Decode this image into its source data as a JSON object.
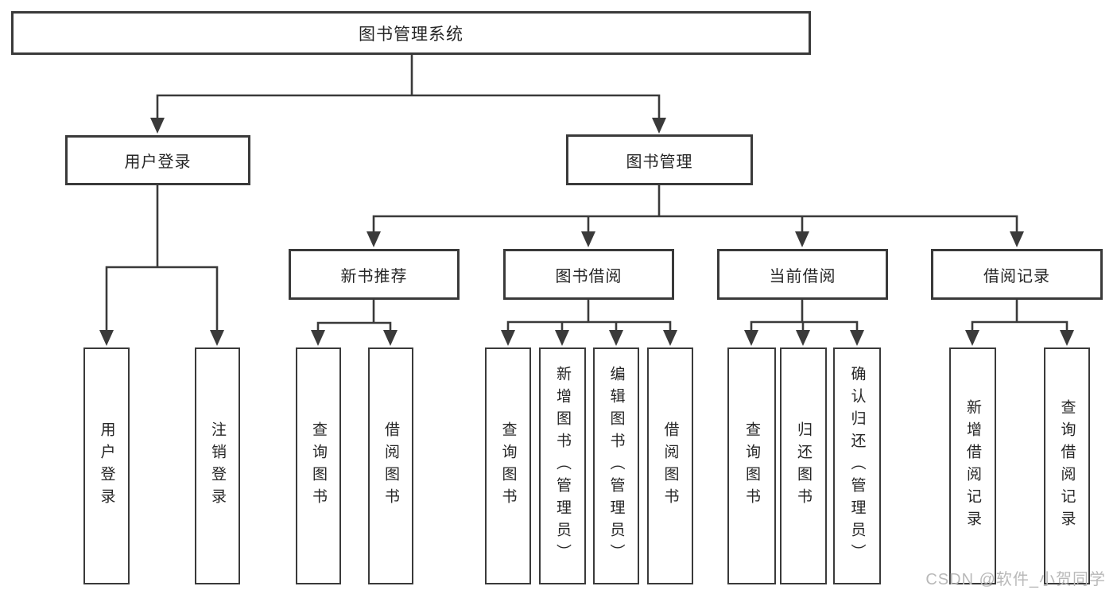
{
  "tree": {
    "root": {
      "label": "图书管理系统"
    },
    "branches": [
      {
        "label": "用户登录",
        "children": [
          {
            "label": "用户登录"
          },
          {
            "label": "注销登录"
          }
        ]
      },
      {
        "label": "图书管理",
        "children": [
          {
            "label": "新书推荐",
            "children": [
              {
                "label": "查询图书"
              },
              {
                "label": "借阅图书"
              }
            ]
          },
          {
            "label": "图书借阅",
            "children": [
              {
                "label": "查询图书"
              },
              {
                "label": "新增图书（管理员）"
              },
              {
                "label": "编辑图书（管理员）"
              },
              {
                "label": "借阅图书"
              }
            ]
          },
          {
            "label": "当前借阅",
            "children": [
              {
                "label": "查询图书"
              },
              {
                "label": "归还图书"
              },
              {
                "label": "确认归还（管理员）"
              }
            ]
          },
          {
            "label": "借阅记录",
            "children": [
              {
                "label": "新增借阅记录"
              },
              {
                "label": "查询借阅记录"
              }
            ]
          }
        ]
      }
    ]
  },
  "watermark": {
    "text": "CSDN @软件_小贺同学"
  },
  "colors": {
    "line": "#3a3a3a",
    "box_border": "#3a3a3a",
    "text": "#262626",
    "watermark": "#b9b9b9",
    "background": "#ffffff"
  }
}
